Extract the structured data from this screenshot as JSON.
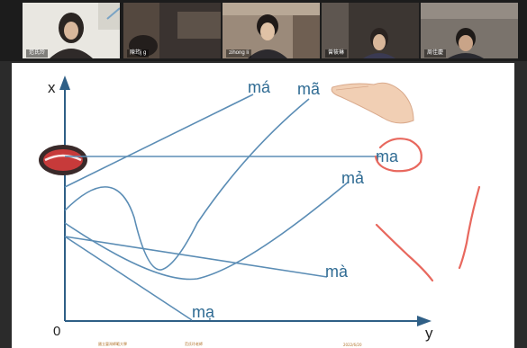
{
  "participants": [
    {
      "name": "范氏玲"
    },
    {
      "name": "陳筠j g"
    },
    {
      "name": "zihong li"
    },
    {
      "name": "曾筱琳"
    },
    {
      "name": "周佳慶"
    }
  ],
  "slide": {
    "axis_x_label": "x",
    "axis_y_label": "y",
    "origin_label": "0",
    "tones": [
      {
        "label": "ma"
      },
      {
        "label": "má"
      },
      {
        "label": "mã"
      },
      {
        "label": "mả"
      },
      {
        "label": "mà"
      },
      {
        "label": "mạ"
      }
    ]
  },
  "footer": {
    "left": "國立臺灣師範大學",
    "mid": "范氏玲老師",
    "right": "2022/6/20"
  },
  "colors": {
    "curve": "#5b8db5",
    "annotation": "#e8685e",
    "accent_label": "#2f6b93"
  }
}
